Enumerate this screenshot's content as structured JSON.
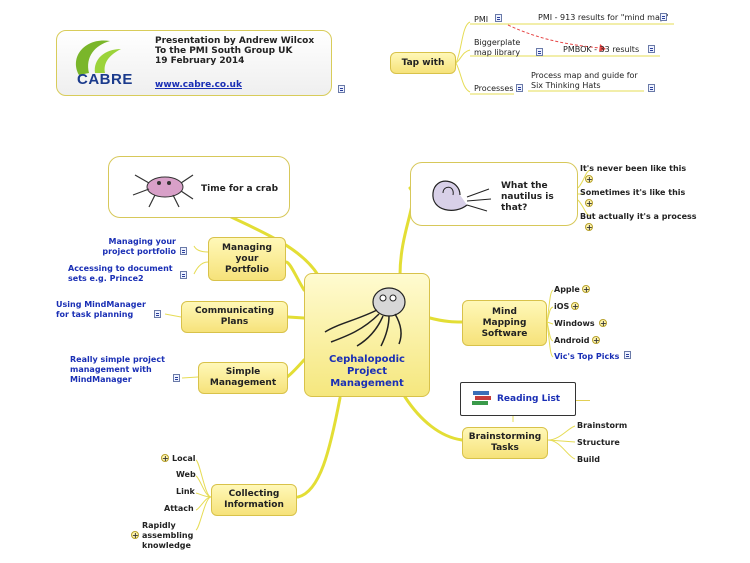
{
  "header": {
    "logo_text": "CABRE",
    "line1": "Presentation by Andrew Wilcox",
    "line2": "To the PMI South Group UK",
    "line3": "19 February 2014",
    "url": "www.cabre.co.uk"
  },
  "tap": {
    "label": "Tap with",
    "items": [
      "PMI",
      "Biggerplate map library",
      "Processes"
    ],
    "details": [
      "PMI - 913 results for \"mind map\"",
      "PMBOK - 33 results",
      "Process map and guide for Six Thinking Hats"
    ]
  },
  "central": {
    "label": "Cephalopodic Project Management"
  },
  "crab": {
    "label": "Time for a crab"
  },
  "nautilus": {
    "label": "What the nautilus is that?",
    "children": [
      "It's never been like this",
      "Sometimes it's like this",
      "But actually it's a process"
    ]
  },
  "portfolio": {
    "label": "Managing your Portfolio",
    "children": [
      "Managing your project portfolio",
      "Accessing to document sets e.g. Prince2"
    ]
  },
  "plans": {
    "label": "Communicating Plans",
    "children": [
      "Using MindManager for task planning"
    ]
  },
  "simple": {
    "label": "Simple Management",
    "children": [
      "Really simple project management with MindManager"
    ]
  },
  "collect": {
    "label": "Collecting Information",
    "children": [
      "Local",
      "Web",
      "Link",
      "Attach",
      "Rapidly assembling knowledge"
    ]
  },
  "software": {
    "label": "Mind Mapping Software",
    "children": [
      "Apple",
      "iOS",
      "Windows",
      "Android",
      "Vic's Top Picks"
    ]
  },
  "reading": {
    "label": "Reading List"
  },
  "brainstorm": {
    "label": "Brainstorming Tasks",
    "children": [
      "Brainstorm",
      "Structure",
      "Build"
    ]
  },
  "colors": {
    "branch": "#e6e13a",
    "topic_fill": "#f8e88a",
    "link_blue": "#1a2fb5"
  }
}
